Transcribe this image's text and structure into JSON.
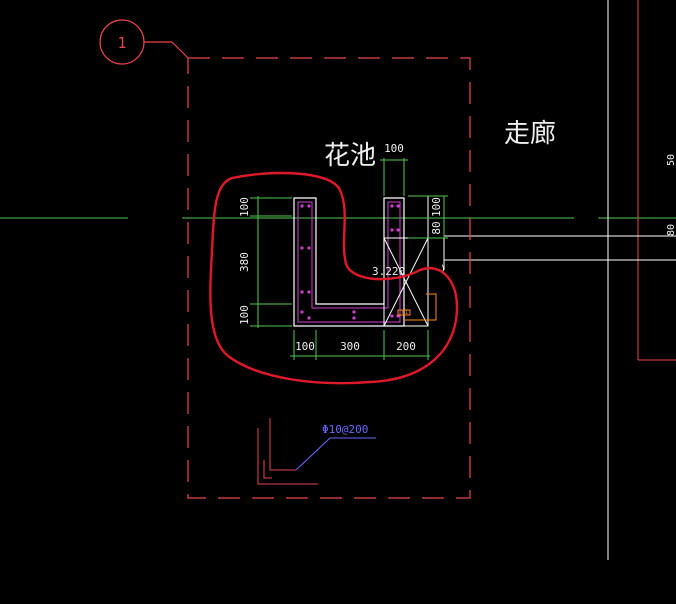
{
  "axis": {
    "label": "1"
  },
  "room_labels": {
    "planter": "花池",
    "corridor": "走廊"
  },
  "dims": {
    "top_width": "100",
    "right_top": "100",
    "right_mid": "80",
    "left_top": "100",
    "left_mid": "380",
    "left_bottom": "100",
    "bottom_1": "100",
    "bottom_2": "300",
    "bottom_3": "200"
  },
  "elevation": "3.220",
  "rebar_spec": "Φ10@200",
  "small_tag": "B1",
  "edge_labels": {
    "right_a": "50",
    "right_b": "80"
  },
  "colors": {
    "background": "#000000",
    "outline_red": "#e8454a",
    "dim_green": "#50c850",
    "structure_white": "#ffffff",
    "rebar_magenta": "#d040d0",
    "markup_red": "#e0192a",
    "leader_blue": "#6a6aff",
    "text_white": "#f0f0f0",
    "orange": "#ff8a1c"
  }
}
